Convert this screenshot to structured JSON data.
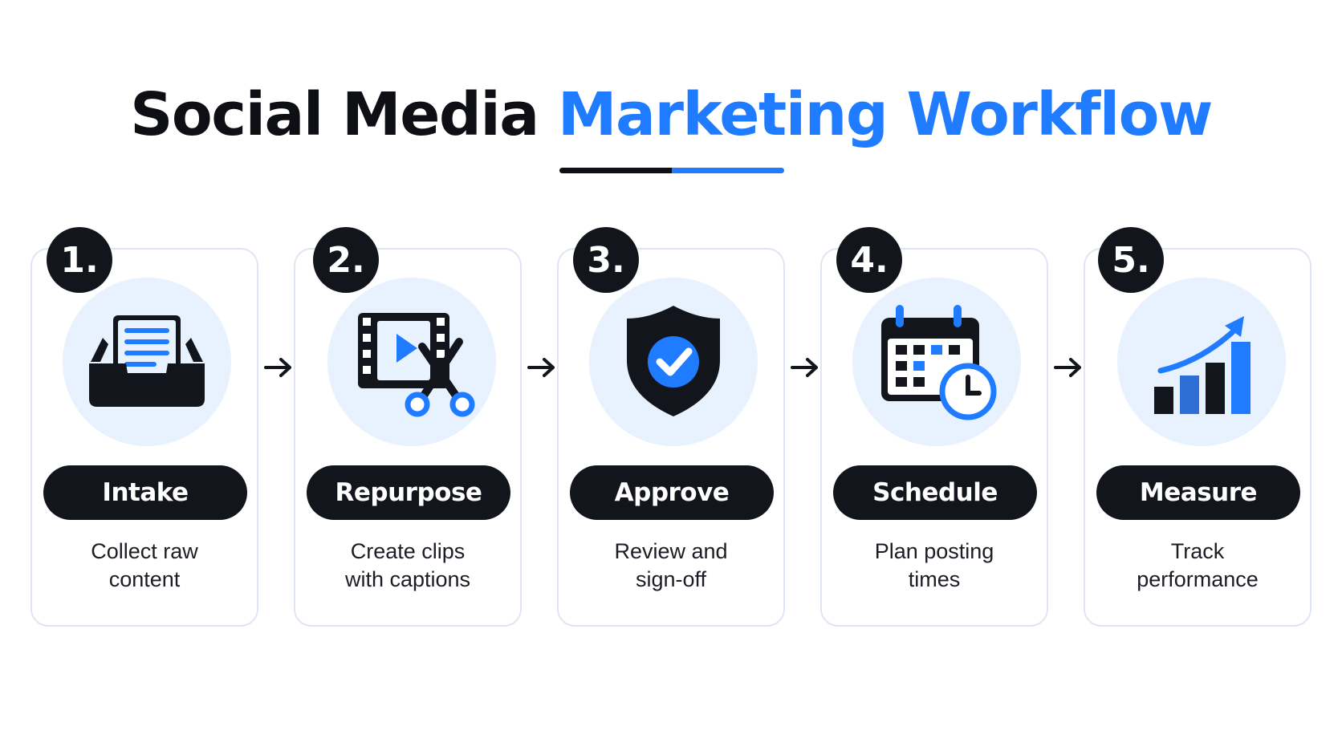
{
  "title": {
    "part1": "Social Media",
    "part2": "Marketing Workflow"
  },
  "colors": {
    "accent": "#1f7bff",
    "dark": "#12151c",
    "halo": "#e8f1fe",
    "border": "#dfe6f3"
  },
  "steps": [
    {
      "number": "1.",
      "label": "Intake",
      "desc": [
        "Collect raw",
        "content"
      ],
      "icon": "inbox-tray-icon"
    },
    {
      "number": "2.",
      "label": "Repurpose",
      "desc": [
        "Create clips",
        "with captions"
      ],
      "icon": "film-scissors-icon"
    },
    {
      "number": "3.",
      "label": "Approve",
      "desc": [
        "Review and",
        "sign-off"
      ],
      "icon": "shield-check-icon"
    },
    {
      "number": "4.",
      "label": "Schedule",
      "desc": [
        "Plan posting",
        "times"
      ],
      "icon": "calendar-clock-icon"
    },
    {
      "number": "5.",
      "label": "Measure",
      "desc": [
        "Track",
        "performance"
      ],
      "icon": "growth-chart-icon"
    }
  ]
}
